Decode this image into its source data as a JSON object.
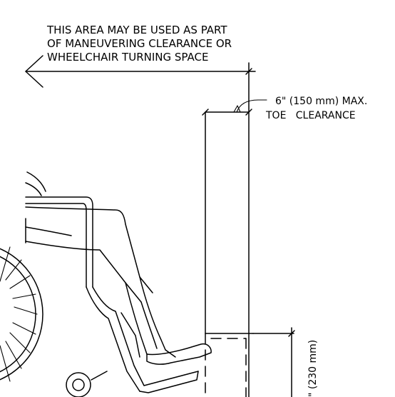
{
  "area_note": {
    "lines": [
      "THIS AREA MAY BE USED AS PART",
      "OF MANEUVERING CLEARANCE OR",
      "WHEELCHAIR TURNING SPACE"
    ]
  },
  "toe_clearance": {
    "lines": [
      "6\" (150 mm) MAX.",
      "TOE   CLEARANCE"
    ]
  },
  "height_dimension": {
    "label": "\" (230 mm)"
  }
}
